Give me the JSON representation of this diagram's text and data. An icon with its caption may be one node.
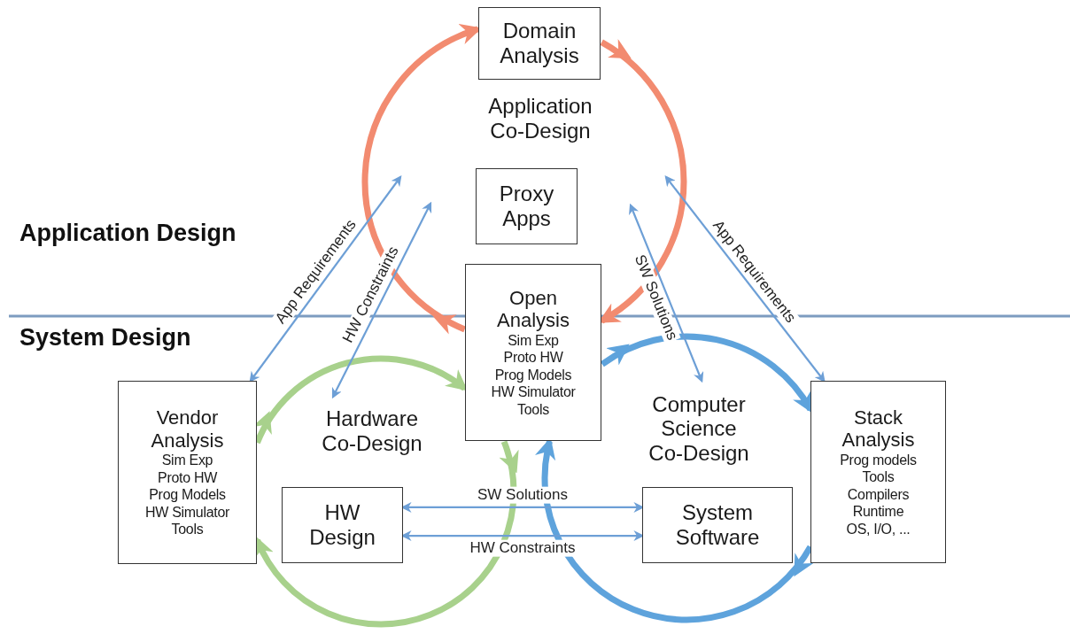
{
  "diagram": {
    "nodes": [
      {
        "text": [
          "Domain Analysis"
        ]
      },
      {
        "text": [
          "Application Co-Design"
        ]
      },
      {
        "text": [
          "Proxy Apps"
        ]
      },
      {
        "text": [
          "Open Analysis",
          "Sim Exp",
          "Proto HW",
          "Prog Models",
          "HW Simulator",
          "Tools"
        ]
      },
      {
        "text": [
          "Vendor Analysis",
          "Sim Exp",
          "Proto HW",
          "Prog Models",
          "HW Simulator",
          "Tools"
        ]
      },
      {
        "text": [
          "Hardware Co-Design"
        ]
      },
      {
        "text": [
          "HW Design"
        ]
      },
      {
        "text": [
          "Computer Science Co-Design"
        ]
      },
      {
        "text": [
          "System Software"
        ]
      },
      {
        "text": [
          "Stack Analysis",
          "Prog models",
          "Tools",
          "Compilers",
          "Runtime",
          "OS, I/O, ..."
        ]
      }
    ],
    "edges": [
      {
        "from": 3,
        "to": 0,
        "arrow": "to",
        "style": "thick",
        "color": "#f28b70"
      },
      {
        "from": 0,
        "to": 3,
        "arrow": "to",
        "style": "thick",
        "color": "#f28b70"
      },
      {
        "from": 4,
        "to": 3,
        "arrow": "to",
        "style": "thick",
        "color": "#a8d18c"
      },
      {
        "from": 3,
        "to": 4,
        "arrow": "to",
        "style": "thick",
        "color": "#a8d18c"
      },
      {
        "from": 3,
        "to": 9,
        "arrow": "to",
        "style": "thick",
        "color": "#5ea3dc"
      },
      {
        "from": 9,
        "to": 3,
        "arrow": "to",
        "style": "thick",
        "color": "#5ea3dc"
      },
      {
        "from": 4,
        "to": null,
        "arrow": "both",
        "label": "App Requirements"
      },
      {
        "from": 5,
        "to": null,
        "arrow": "both",
        "label": "HW Constraints"
      },
      {
        "from": 7,
        "to": null,
        "arrow": "both",
        "label": "SW Solutions"
      },
      {
        "from": 9,
        "to": null,
        "arrow": "both",
        "label": "App Requirements"
      },
      {
        "from": 6,
        "to": 8,
        "arrow": "both",
        "label": "SW Solutions"
      },
      {
        "from": 6,
        "to": 8,
        "arrow": "both",
        "label": "HW Constraints"
      }
    ],
    "labels": [
      "Application Design",
      "System Design"
    ]
  }
}
